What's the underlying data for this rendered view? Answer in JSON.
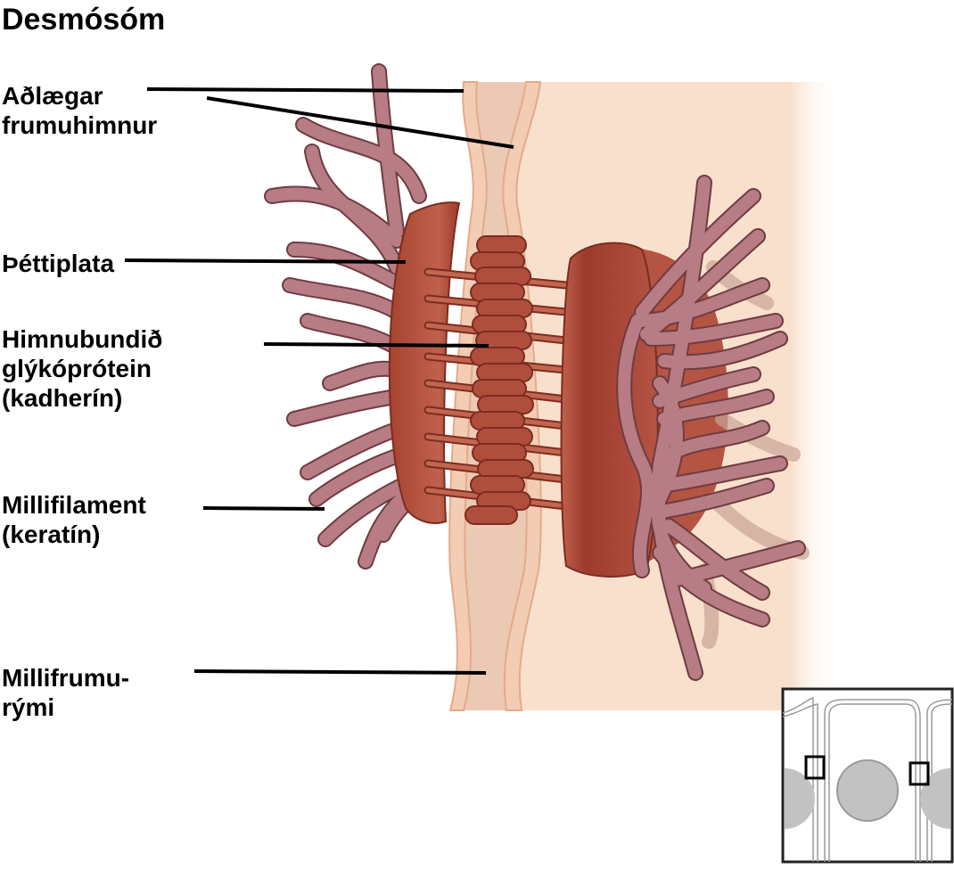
{
  "title": "Desmósóm",
  "labels": {
    "adjacent_membranes": [
      "Aðlægar",
      "frumuhimnur"
    ],
    "dense_plaque": [
      "Þéttiplata"
    ],
    "glycoprotein": [
      "Himnubundið",
      "glýkóprótein",
      "(kadherín)"
    ],
    "intermediate_filament": [
      "Millifilament",
      "(keratín)"
    ],
    "intercellular_space": [
      "Millifrumu-",
      "rými"
    ]
  },
  "colors": {
    "cytoplasm": "#f8e0cc",
    "membrane": "#f3cdb3",
    "membrane_edge": "#e3aa8a",
    "intercellular": "#ecc9b5",
    "plaque": "#9c3b2c",
    "plaque_light": "#c0614d",
    "cadherin": "#a8473a",
    "filament": "#b77c84",
    "filament_edge": "#6f3c42",
    "inset_nucleus": "#c2c2c2"
  }
}
